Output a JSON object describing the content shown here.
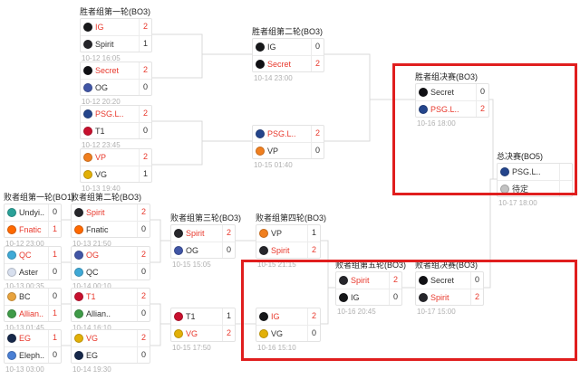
{
  "page": {
    "background": "#ffffff"
  },
  "colors": {
    "winner": "#e8392d",
    "loser": "#333333",
    "date": "#b0b0b0",
    "connector": "#d9d9d9"
  },
  "annotation": {
    "color": "#e01e1e",
    "boxes": [
      "upper-final-and-grand-final-highlight",
      "lower-bracket-finals-highlight"
    ]
  },
  "rounds": [
    {
      "id": "ub-r1",
      "title": "胜者组第一轮(BO3)",
      "matches": [
        {
          "date": "10-12 16:05",
          "teams": [
            {
              "name": "IG",
              "icon": "invictus-gaming-icon",
              "color": "#17181a",
              "score": "2",
              "winner": true
            },
            {
              "name": "Spirit",
              "icon": "team-spirit-icon",
              "color": "#26262b",
              "score": "1",
              "winner": false
            }
          ]
        },
        {
          "date": "10-12 20:20",
          "teams": [
            {
              "name": "Secret",
              "icon": "team-secret-icon",
              "color": "#101014",
              "score": "2",
              "winner": true
            },
            {
              "name": "OG",
              "icon": "og-icon",
              "color": "#4156a6",
              "score": "0",
              "winner": false
            }
          ]
        },
        {
          "date": "10-12 23:45",
          "teams": [
            {
              "name": "PSG.L..",
              "icon": "psg-lgd-icon",
              "color": "#24458c",
              "score": "2",
              "winner": true
            },
            {
              "name": "T1",
              "icon": "t1-icon",
              "color": "#c8102e",
              "score": "0",
              "winner": false
            }
          ]
        },
        {
          "date": "10-13 19:40",
          "teams": [
            {
              "name": "VP",
              "icon": "virtus-pro-icon",
              "color": "#f07f1f",
              "score": "2",
              "winner": true
            },
            {
              "name": "VG",
              "icon": "vici-gaming-icon",
              "color": "#e2b007",
              "score": "1",
              "winner": false
            }
          ]
        }
      ]
    },
    {
      "id": "ub-r2",
      "title": "胜者组第二轮(BO3)",
      "matches": [
        {
          "date": "10-14 23:00",
          "teams": [
            {
              "name": "IG",
              "icon": "invictus-gaming-icon",
              "color": "#17181a",
              "score": "0",
              "winner": false
            },
            {
              "name": "Secret",
              "icon": "team-secret-icon",
              "color": "#101014",
              "score": "2",
              "winner": true
            }
          ]
        },
        {
          "date": "10-15 01:40",
          "teams": [
            {
              "name": "PSG.L..",
              "icon": "psg-lgd-icon",
              "color": "#24458c",
              "score": "2",
              "winner": true
            },
            {
              "name": "VP",
              "icon": "virtus-pro-icon",
              "color": "#f07f1f",
              "score": "0",
              "winner": false
            }
          ]
        }
      ]
    },
    {
      "id": "ub-final",
      "title": "胜者组决赛(BO3)",
      "matches": [
        {
          "date": "10-16 18:00",
          "teams": [
            {
              "name": "Secret",
              "icon": "team-secret-icon",
              "color": "#101014",
              "score": "0",
              "winner": false
            },
            {
              "name": "PSG.L..",
              "icon": "psg-lgd-icon",
              "color": "#24458c",
              "score": "2",
              "winner": true
            }
          ]
        }
      ]
    },
    {
      "id": "grand-final",
      "title": "总决赛(BO5)",
      "matches": [
        {
          "date": "10-17 18:00",
          "teams": [
            {
              "name": "PSG.L..",
              "icon": "psg-lgd-icon",
              "color": "#24458c",
              "score": "",
              "winner": false
            },
            {
              "name": "待定",
              "icon": "tbd-icon",
              "color": "#c2c2c2",
              "score": "",
              "winner": false
            }
          ]
        }
      ]
    },
    {
      "id": "lb-r1",
      "title": "败者组第一轮(BO1)",
      "matches": [
        {
          "date": "10-12 23:00",
          "teams": [
            {
              "name": "Undyi..",
              "icon": "team-undying-icon",
              "color": "#2aa198",
              "score": "0",
              "winner": false
            },
            {
              "name": "Fnatic",
              "icon": "fnatic-icon",
              "color": "#ff6900",
              "score": "1",
              "winner": true
            }
          ]
        },
        {
          "date": "10-13 00:35",
          "teams": [
            {
              "name": "QC",
              "icon": "quincy-crew-icon",
              "color": "#3fa9d6",
              "score": "1",
              "winner": true
            },
            {
              "name": "Aster",
              "icon": "team-aster-icon",
              "color": "#d7dfee",
              "score": "0",
              "winner": false
            }
          ]
        },
        {
          "date": "10-13 01:45",
          "teams": [
            {
              "name": "BC",
              "icon": "beastcoast-icon",
              "color": "#e8a33d",
              "score": "0",
              "winner": false
            },
            {
              "name": "Allian..",
              "icon": "alliance-icon",
              "color": "#3f9b48",
              "score": "1",
              "winner": true
            }
          ]
        },
        {
          "date": "10-13 03:00",
          "teams": [
            {
              "name": "EG",
              "icon": "evil-geniuses-icon",
              "color": "#16284a",
              "score": "1",
              "winner": true
            },
            {
              "name": "Eleph..",
              "icon": "elephant-icon",
              "color": "#4a7fd4",
              "score": "0",
              "winner": false
            }
          ]
        }
      ]
    },
    {
      "id": "lb-r2",
      "title": "败者组第二轮(BO3)",
      "matches": [
        {
          "date": "10-13 21:50",
          "teams": [
            {
              "name": "Spirit",
              "icon": "team-spirit-icon",
              "color": "#26262b",
              "score": "2",
              "winner": true
            },
            {
              "name": "Fnatic",
              "icon": "fnatic-icon",
              "color": "#ff6900",
              "score": "0",
              "winner": false
            }
          ]
        },
        {
          "date": "10-14 00:10",
          "teams": [
            {
              "name": "OG",
              "icon": "og-icon",
              "color": "#4156a6",
              "score": "2",
              "winner": true
            },
            {
              "name": "QC",
              "icon": "quincy-crew-icon",
              "color": "#3fa9d6",
              "score": "0",
              "winner": false
            }
          ]
        },
        {
          "date": "10-14 16:10",
          "teams": [
            {
              "name": "T1",
              "icon": "t1-icon",
              "color": "#c8102e",
              "score": "2",
              "winner": true
            },
            {
              "name": "Allian..",
              "icon": "alliance-icon",
              "color": "#3f9b48",
              "score": "0",
              "winner": false
            }
          ]
        },
        {
          "date": "10-14 19:30",
          "teams": [
            {
              "name": "VG",
              "icon": "vici-gaming-icon",
              "color": "#e2b007",
              "score": "2",
              "winner": true
            },
            {
              "name": "EG",
              "icon": "evil-geniuses-icon",
              "color": "#16284a",
              "score": "0",
              "winner": false
            }
          ]
        }
      ]
    },
    {
      "id": "lb-r3",
      "title": "败者组第三轮(BO3)",
      "matches": [
        {
          "date": "10-15 15:05",
          "teams": [
            {
              "name": "Spirit",
              "icon": "team-spirit-icon",
              "color": "#26262b",
              "score": "2",
              "winner": true
            },
            {
              "name": "OG",
              "icon": "og-icon",
              "color": "#4156a6",
              "score": "0",
              "winner": false
            }
          ]
        },
        {
          "date": "10-15 17:50",
          "teams": [
            {
              "name": "T1",
              "icon": "t1-icon",
              "color": "#c8102e",
              "score": "1",
              "winner": false
            },
            {
              "name": "VG",
              "icon": "vici-gaming-icon",
              "color": "#e2b007",
              "score": "2",
              "winner": true
            }
          ]
        }
      ]
    },
    {
      "id": "lb-r4",
      "title": "败者组第四轮(BO3)",
      "matches": [
        {
          "date": "10-15 21:15",
          "teams": [
            {
              "name": "VP",
              "icon": "virtus-pro-icon",
              "color": "#f07f1f",
              "score": "1",
              "winner": false
            },
            {
              "name": "Spirit",
              "icon": "team-spirit-icon",
              "color": "#26262b",
              "score": "2",
              "winner": true
            }
          ]
        },
        {
          "date": "10-16 15:10",
          "teams": [
            {
              "name": "IG",
              "icon": "invictus-gaming-icon",
              "color": "#17181a",
              "score": "2",
              "winner": true
            },
            {
              "name": "VG",
              "icon": "vici-gaming-icon",
              "color": "#e2b007",
              "score": "0",
              "winner": false
            }
          ]
        }
      ]
    },
    {
      "id": "lb-r5",
      "title": "败者组第五轮(BO3)",
      "matches": [
        {
          "date": "10-16 20:45",
          "teams": [
            {
              "name": "Spirit",
              "icon": "team-spirit-icon",
              "color": "#26262b",
              "score": "2",
              "winner": true
            },
            {
              "name": "IG",
              "icon": "invictus-gaming-icon",
              "color": "#17181a",
              "score": "0",
              "winner": false
            }
          ]
        }
      ]
    },
    {
      "id": "lb-final",
      "title": "败者组决赛(BO3)",
      "matches": [
        {
          "date": "10-17 15:00",
          "teams": [
            {
              "name": "Secret",
              "icon": "team-secret-icon",
              "color": "#101014",
              "score": "0",
              "winner": false
            },
            {
              "name": "Spirit",
              "icon": "team-spirit-icon",
              "color": "#26262b",
              "score": "2",
              "winner": true
            }
          ]
        }
      ]
    }
  ]
}
